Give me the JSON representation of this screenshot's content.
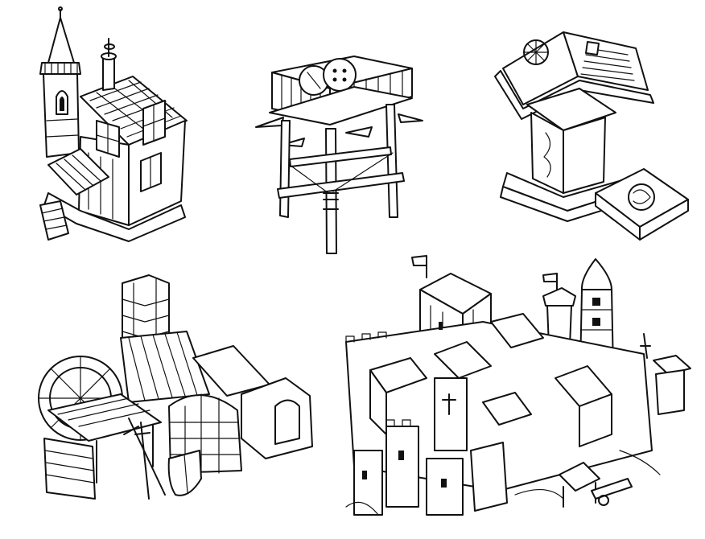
{
  "sheet": {
    "background": "#ffffff",
    "ink_color": "#111111",
    "style": "black-and-white line art concept sheet",
    "drawings": [
      {
        "id": "house-with-tower",
        "icon": "house-icon"
      },
      {
        "id": "wooden-watchtower",
        "icon": "watchtower-icon"
      },
      {
        "id": "book-lectern",
        "icon": "book-icon"
      },
      {
        "id": "forge-workshop",
        "icon": "forge-icon"
      },
      {
        "id": "castle-fortress",
        "icon": "castle-icon"
      }
    ]
  }
}
